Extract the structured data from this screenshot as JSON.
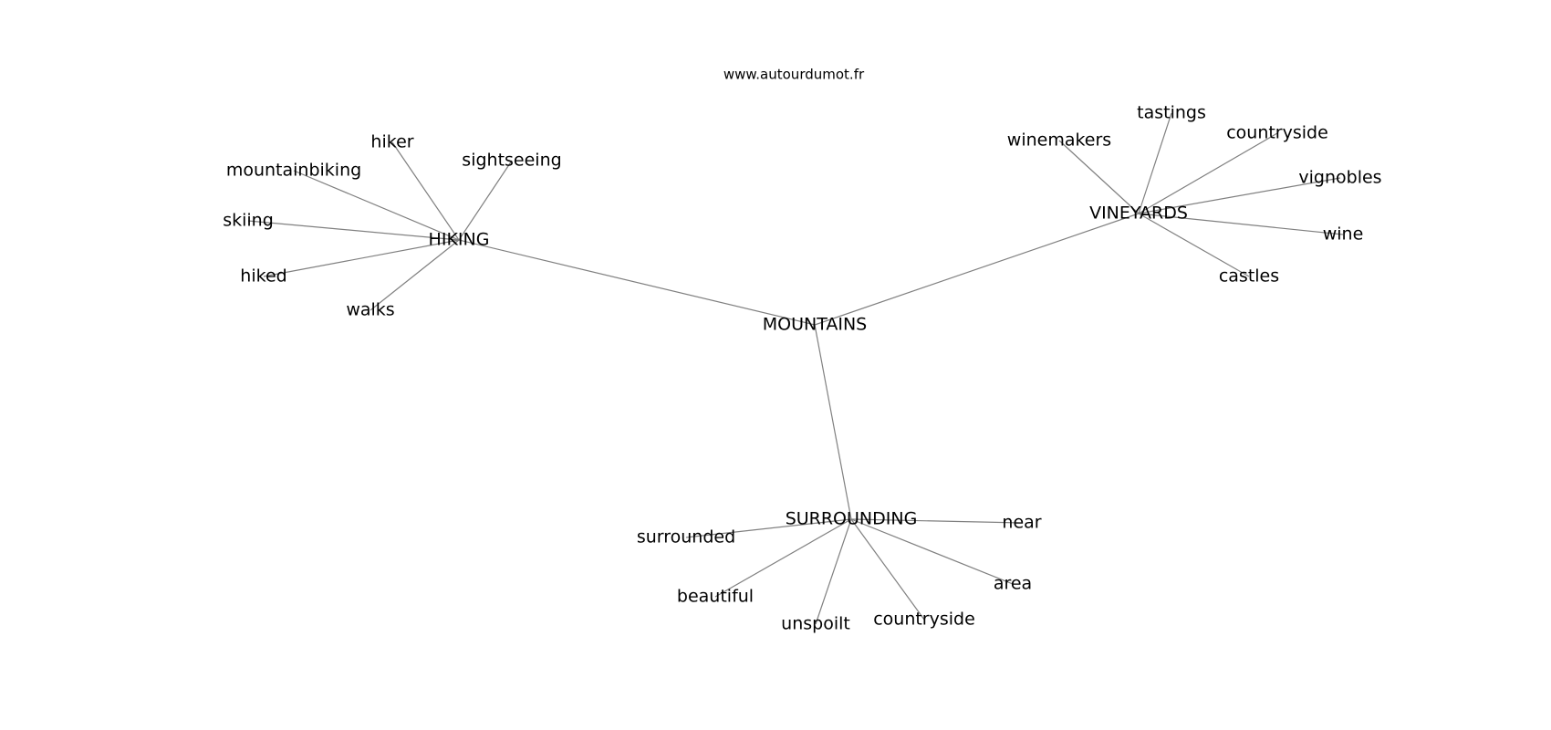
{
  "watermark": "www.autourdumot.fr",
  "nodes": [
    {
      "id": "mountains",
      "label": "MOUNTAINS"
    },
    {
      "id": "hiking",
      "label": "HIKING"
    },
    {
      "id": "vineyards",
      "label": "VINEYARDS"
    },
    {
      "id": "surrounding",
      "label": "SURROUNDING"
    },
    {
      "id": "hiker",
      "label": "hiker"
    },
    {
      "id": "mountainbiking",
      "label": "mountainbiking"
    },
    {
      "id": "sightseeing",
      "label": "sightseeing"
    },
    {
      "id": "skiing",
      "label": "skiing"
    },
    {
      "id": "hiked",
      "label": "hiked"
    },
    {
      "id": "walks",
      "label": "walks"
    },
    {
      "id": "tastings",
      "label": "tastings"
    },
    {
      "id": "winemakers",
      "label": "winemakers"
    },
    {
      "id": "countryside_v",
      "label": "countryside"
    },
    {
      "id": "vignobles",
      "label": "vignobles"
    },
    {
      "id": "wine",
      "label": "wine"
    },
    {
      "id": "castles",
      "label": "castles"
    },
    {
      "id": "surrounded",
      "label": "surrounded"
    },
    {
      "id": "near",
      "label": "near"
    },
    {
      "id": "area",
      "label": "area"
    },
    {
      "id": "beautiful",
      "label": "beautiful"
    },
    {
      "id": "unspoilt",
      "label": "unspoilt"
    },
    {
      "id": "countryside_s",
      "label": "countryside"
    }
  ],
  "edges": [
    [
      "mountains",
      "hiking"
    ],
    [
      "mountains",
      "vineyards"
    ],
    [
      "mountains",
      "surrounding"
    ],
    [
      "hiking",
      "hiker"
    ],
    [
      "hiking",
      "mountainbiking"
    ],
    [
      "hiking",
      "sightseeing"
    ],
    [
      "hiking",
      "skiing"
    ],
    [
      "hiking",
      "hiked"
    ],
    [
      "hiking",
      "walks"
    ],
    [
      "vineyards",
      "tastings"
    ],
    [
      "vineyards",
      "winemakers"
    ],
    [
      "vineyards",
      "countryside_v"
    ],
    [
      "vineyards",
      "vignobles"
    ],
    [
      "vineyards",
      "wine"
    ],
    [
      "vineyards",
      "castles"
    ],
    [
      "surrounding",
      "surrounded"
    ],
    [
      "surrounding",
      "near"
    ],
    [
      "surrounding",
      "area"
    ],
    [
      "surrounding",
      "beautiful"
    ],
    [
      "surrounding",
      "unspoilt"
    ],
    [
      "surrounding",
      "countryside_s"
    ]
  ]
}
